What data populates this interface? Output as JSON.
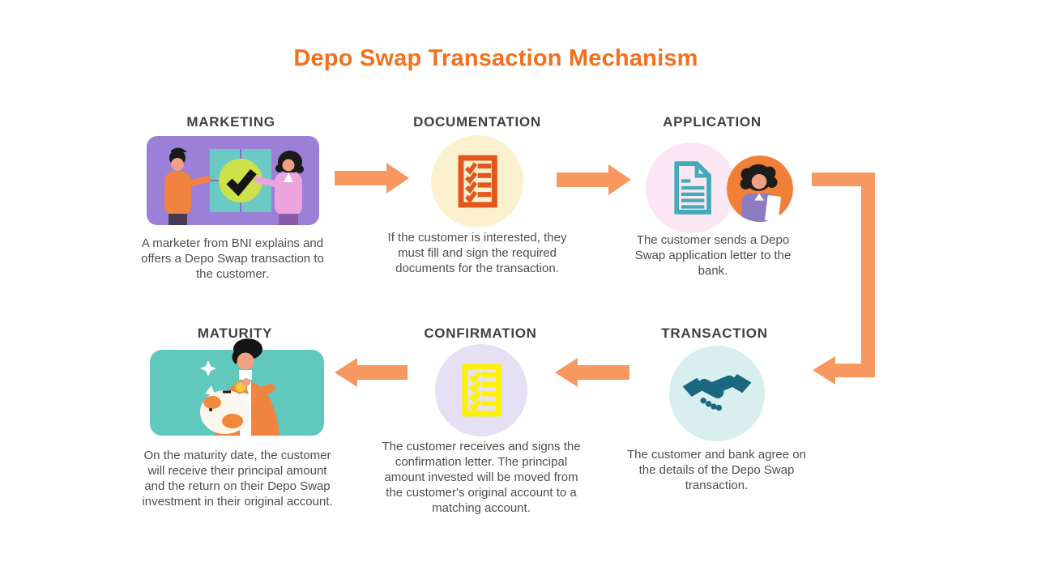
{
  "title": "Depo Swap Transaction Mechanism",
  "colors": {
    "title": "#F4701D",
    "arrow": "#F79861",
    "heading_text": "#414042",
    "body_text": "#4E4E50",
    "marketing_bg": "#9C7FD6",
    "documentation_circle": "#FCF1CF",
    "documentation_icon": "#E1571D",
    "application_circle": "#FBE7F3",
    "application_icon": "#43AAB8",
    "application_person_circle": "#F08038",
    "transaction_circle": "#D9EEEE",
    "transaction_icon": "#1A6880",
    "confirmation_circle": "#E5E0F3",
    "confirmation_icon": "#FFF200",
    "maturity_bg": "#60C8BC"
  },
  "steps": [
    {
      "label": "MARKETING",
      "icon": "marketing-illustration",
      "description": "A marketer from BNI explains and offers a Depo Swap transaction to the customer."
    },
    {
      "label": "DOCUMENTATION",
      "icon": "checklist-icon",
      "description": "If the customer is interested, they must fill and sign the required documents for the transaction."
    },
    {
      "label": "APPLICATION",
      "icon": "document-icon",
      "description": "The customer sends a Depo Swap application letter to the bank."
    },
    {
      "label": "TRANSACTION",
      "icon": "handshake-icon",
      "description": "The customer and bank agree on the details of the Depo Swap transaction."
    },
    {
      "label": "CONFIRMATION",
      "icon": "checklist-icon",
      "description": "The customer receives and signs the confirmation letter. The principal amount invested will be moved from the customer's original account to a matching account."
    },
    {
      "label": "MATURITY",
      "icon": "piggy-bank-illustration",
      "description": "On the maturity date, the customer will receive their principal amount and the return on their Depo Swap investment in their original account."
    }
  ]
}
